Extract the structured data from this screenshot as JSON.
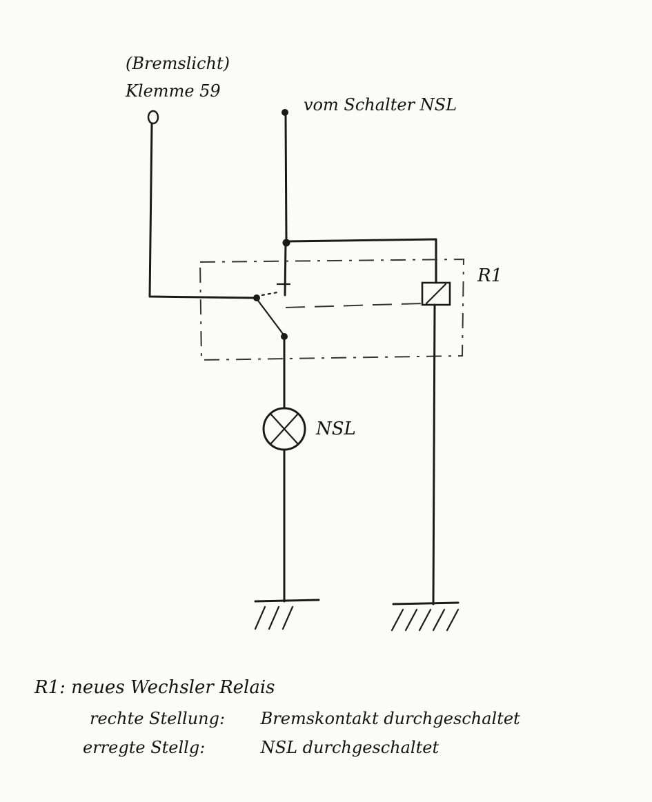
{
  "labels": {
    "brake_light": "(Bremslicht)",
    "terminal": "Klemme 59",
    "switch_source": "vom Schalter NSL",
    "relay": "R1",
    "lamp": "NSL"
  },
  "notes": {
    "line1_key": "R1:",
    "line1_text": "neues Wechsler Relais",
    "line2_key": "rechte Stellung:",
    "line2_text": "Bremskontakt durchgeschaltet",
    "line3_key": "erregte Stellg:",
    "line3_text": "NSL durchgeschaltet"
  }
}
